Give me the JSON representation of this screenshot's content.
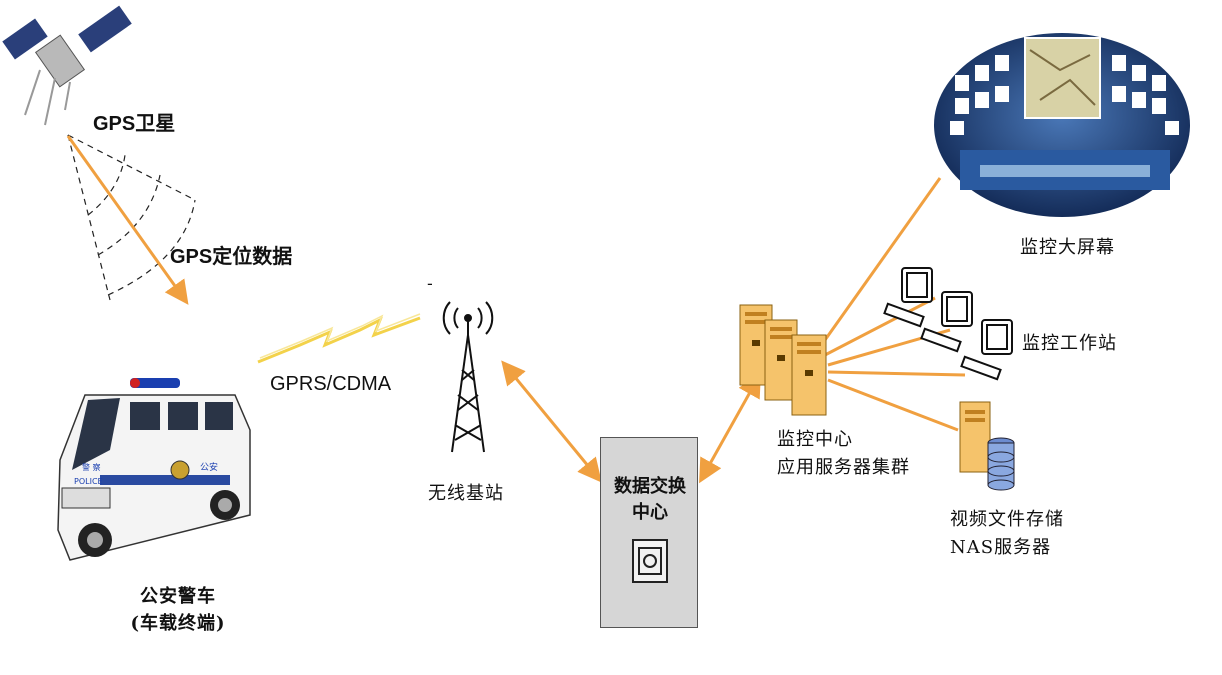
{
  "labels": {
    "satellite": "GPS卫星",
    "gps_data": "GPS定位数据",
    "gprs": "GPRS/CDMA",
    "base_station": "无线基站",
    "exchange_line1": "数据交换",
    "exchange_line2": "中心",
    "police_car_line1": "公安警车",
    "police_car_line2": "(车载终端)",
    "server_cluster_line1": "监控中心",
    "server_cluster_line2": "应用服务器集群",
    "big_screen": "监控大屏幕",
    "workstation": "监控工作站",
    "nas_line1": "视频文件存储",
    "nas_line2": "NAS服务器",
    "car_text_police": "POLICE",
    "car_text_jingcha": "警 察",
    "car_text_gongan": "公安",
    "dash": "-"
  },
  "colors": {
    "arrow": "#f0a040",
    "zigzag": "#f3d24a",
    "server": "#f5c36b",
    "screen_bg": "#1d3c78",
    "box_bg": "#d6d6d6"
  }
}
